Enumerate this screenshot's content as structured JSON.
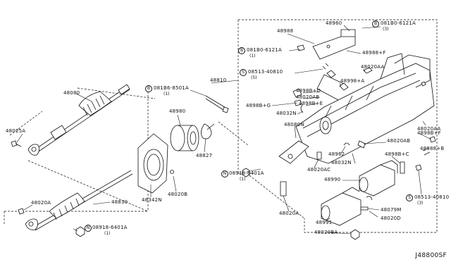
{
  "diagram_code": "J48800SF",
  "labels": {
    "p48080": "48080",
    "p48025a": "48025A",
    "p48020a_left": "48020A",
    "p48830": "48830",
    "p08918_left": "08918-6401A",
    "p08918_left_qty": "(1)",
    "p48980": "48980",
    "p48827": "48827",
    "p48342n": "48342N",
    "p48020b_mid": "48020B",
    "p081b6": "081B6-8501A",
    "p081b6_qty": "(1)",
    "p48810": "48810",
    "p08918_mid": "08918-6401A",
    "p08918_mid_qty": "(1)",
    "p48988": "48988",
    "p48960": "48960",
    "p081b0_top": "081B0-6121A",
    "p081b0_top_qty": "(3)",
    "p081b0_mid": "081B0-6121A",
    "p081b0_mid_qty": "(1)",
    "p48988f": "48988+F",
    "p08513_top": "08513-40810",
    "p08513_top_qty": "(5)",
    "p48020aa_top": "48020AA",
    "p48998d": "4898B+D",
    "p48020ab": "48020AB",
    "p48998a": "48998+A",
    "p48988g": "4898B+G",
    "p48988e": "4898B+E",
    "p48032n_top": "48032N",
    "p48080n": "48080N",
    "p48020aa_right": "48020AA",
    "p48988f_right": "4898B+F",
    "p48020ab_right": "48020AB",
    "p48988b": "48988+B",
    "p48962": "48962",
    "p48988c": "4898B+C",
    "p48032n_bot": "48032N",
    "p48020ac": "48020AC",
    "p48990": "48990",
    "p08513_bot": "08513-40810",
    "p08513_bot_qty": "(3)",
    "p48079m": "48079M",
    "p48020d": "48020D",
    "p48991": "48991",
    "p48020a_bot": "48020A",
    "p48020ba": "48020BA"
  },
  "markers": {
    "bolt": "B",
    "nut": "N",
    "screw": "S"
  }
}
